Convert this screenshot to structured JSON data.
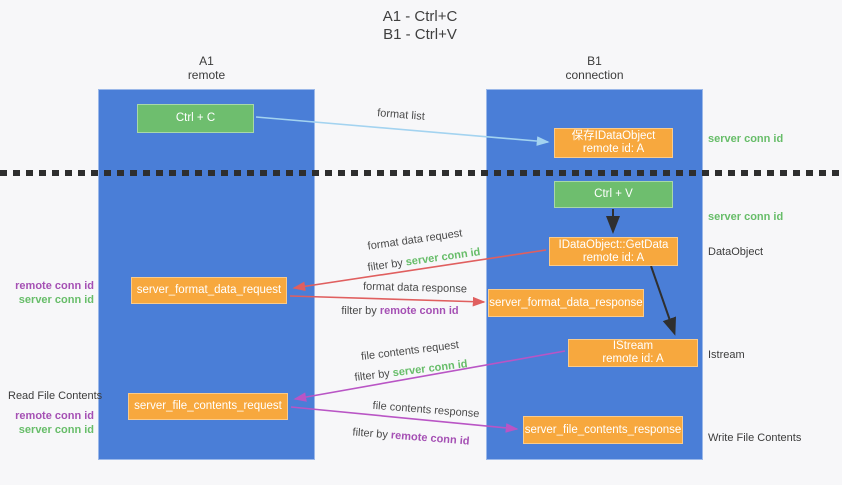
{
  "title": {
    "line1": "A1 - Ctrl+C",
    "line2": "B1 - Ctrl+V"
  },
  "columns": {
    "a1": {
      "id": "A1",
      "role": "remote"
    },
    "b1": {
      "id": "B1",
      "role": "connection"
    }
  },
  "nodes": {
    "ctrl_c": "Ctrl + C",
    "ctrl_v": "Ctrl + V",
    "save_idataobject_l1": "保存IDataObject",
    "save_idataobject_l2": "remote id: A",
    "getdata_l1": "IDataObject::GetData",
    "getdata_l2": "remote id: A",
    "istream_l1": "IStream",
    "istream_l2": "remote id: A",
    "format_request": "server_format_data_request",
    "format_response": "server_format_data_response",
    "file_request": "server_file_contents_request",
    "file_response": "server_file_contents_response"
  },
  "arrow_labels": {
    "format_list": "format list",
    "format_data_request": "format data request",
    "format_data_response": "format data response",
    "file_contents_request": "file contents request",
    "file_contents_response": "file contents response",
    "filter_by": "filter by",
    "server_conn_id": "server conn id",
    "remote_conn_id": "remote conn id"
  },
  "side_labels": {
    "server_conn_id_top": "server conn id",
    "server_conn_id_mid": "server conn id",
    "dataobject": "DataObject",
    "istream": "Istream",
    "write_file_contents": "Write File Contents",
    "read_file_contents": "Read File Contents",
    "remote_conn_id_1": "remote conn id",
    "server_conn_id_1": "server conn id",
    "remote_conn_id_2": "remote conn id",
    "server_conn_id_2": "server conn id"
  },
  "colors": {
    "lane_fill": "#4a7ed7",
    "action_fill": "#6ebe6e",
    "message_fill": "#f7a83e",
    "green_text": "#67bd69",
    "purple_text": "#a550b4",
    "red_arrow": "#e05f5f",
    "light_blue_arrow": "#a3d3f0",
    "purple_arrow": "#b955c5",
    "black_arrow": "#2f2f2f"
  }
}
